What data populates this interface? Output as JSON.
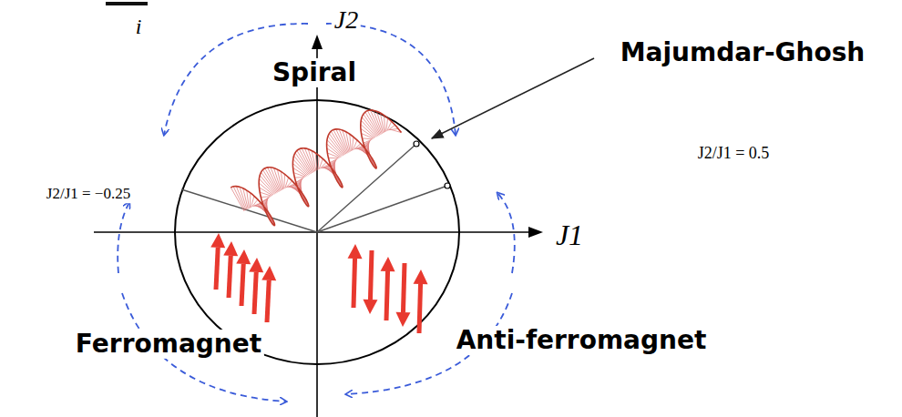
{
  "diagram": {
    "labels": [
      "i",
      "J2",
      "Spiral",
      "Majumdar-Ghosh",
      "J2/J1 = 0.5",
      "J2/J1 = −0.25",
      "J1",
      "Ferromagnet",
      "Anti-ferromagnet"
    ]
  }
}
